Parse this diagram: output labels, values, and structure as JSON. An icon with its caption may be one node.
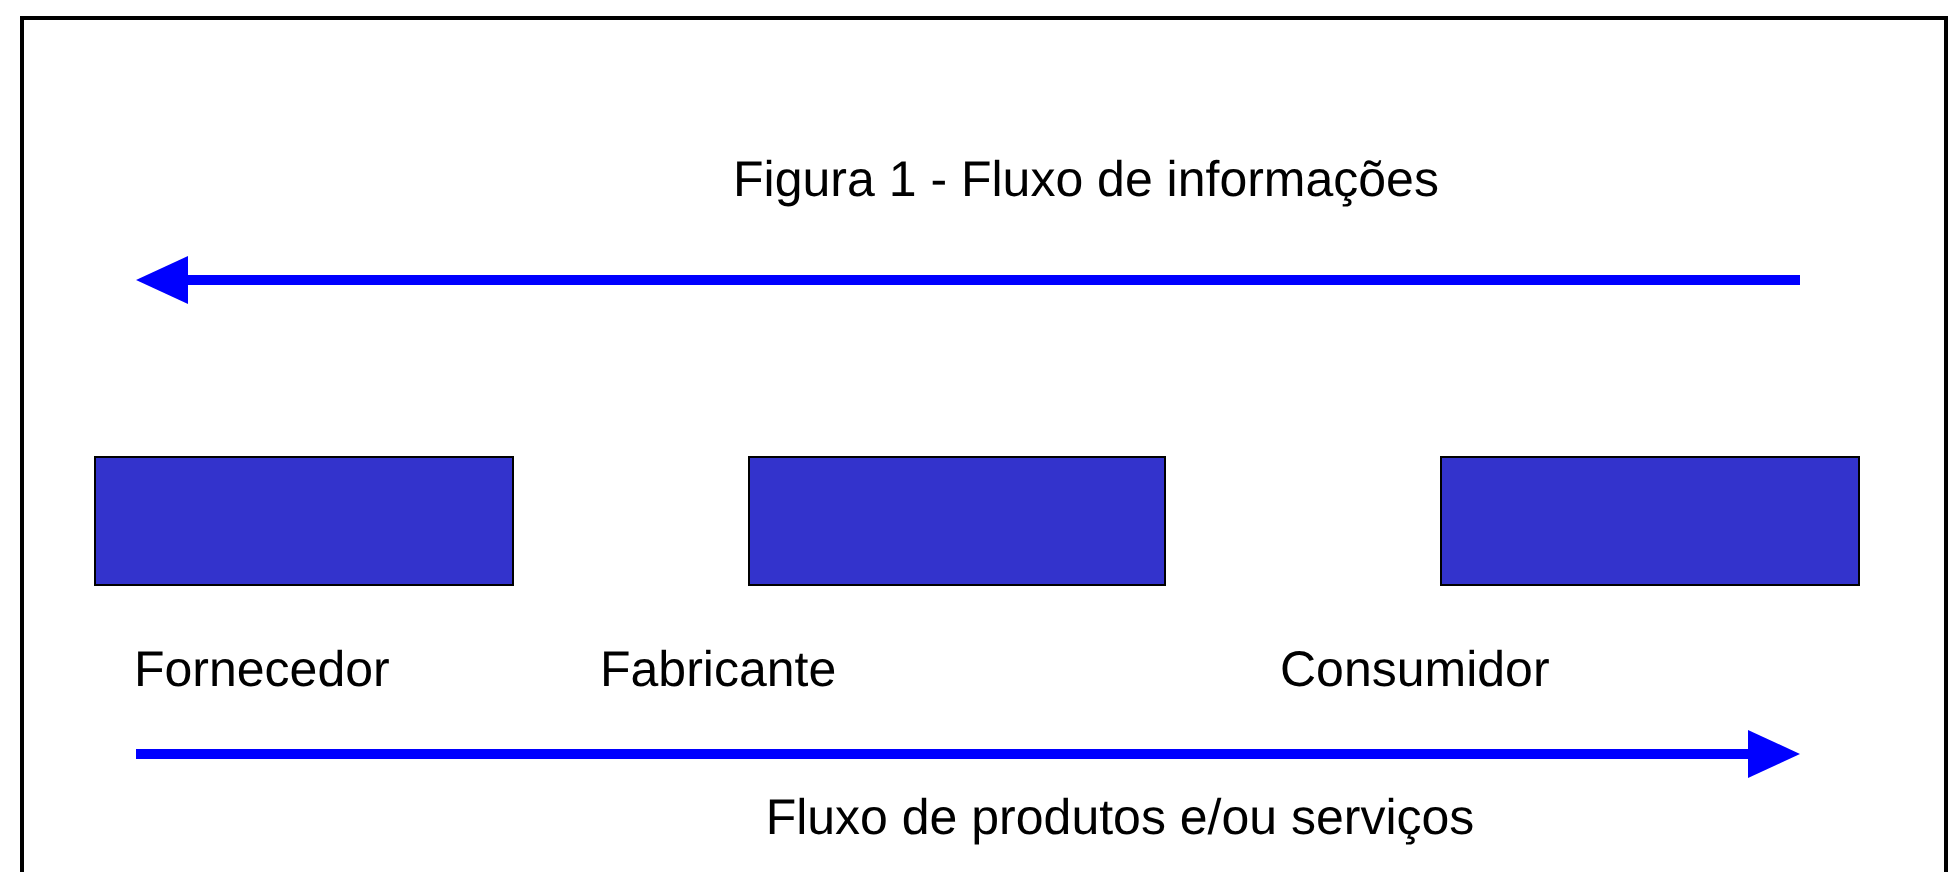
{
  "diagram": {
    "nodes": [
      {
        "text": [
          "Fornecedor"
        ]
      },
      {
        "text": [
          "Fabricante"
        ]
      },
      {
        "text": [
          "Consumidor"
        ]
      }
    ],
    "labels": [
      "Figura 1 - Fluxo de informações",
      "Fluxo de produtos e/ou serviços"
    ]
  }
}
